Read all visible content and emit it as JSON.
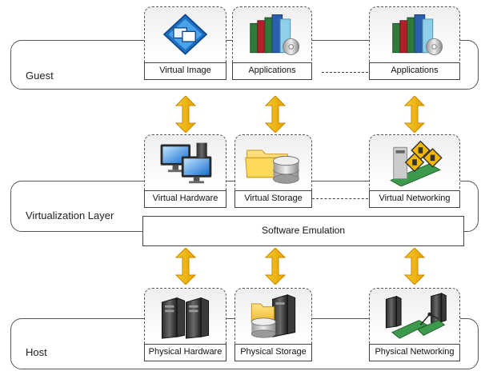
{
  "layers": {
    "guest": "Guest",
    "virtualization": "Virtualization Layer",
    "host": "Host"
  },
  "guest_cards": {
    "virtual_image": "Virtual Image",
    "applications_1": "Applications",
    "applications_2": "Applications"
  },
  "virtual_cards": {
    "hardware": "Virtual Hardware",
    "storage": "Virtual Storage",
    "networking": "Virtual Networking"
  },
  "software_emulation": "Software Emulation",
  "host_cards": {
    "hardware": "Physical Hardware",
    "storage": "Physical Storage",
    "networking": "Physical Networking"
  },
  "colors": {
    "arrow": "#f0b400",
    "arrow_dark": "#c98a00",
    "layer_border": "#555555"
  },
  "icons": {
    "virtual_image": "virtual-image-icon",
    "applications": "applications-icon",
    "virtual_hardware": "computer-monitors-icon",
    "virtual_storage": "folder-disk-icon",
    "virtual_networking": "network-card-warning-icon",
    "physical_hardware": "server-tower-icon",
    "physical_storage": "server-disk-icon",
    "physical_networking": "network-servers-icon"
  }
}
